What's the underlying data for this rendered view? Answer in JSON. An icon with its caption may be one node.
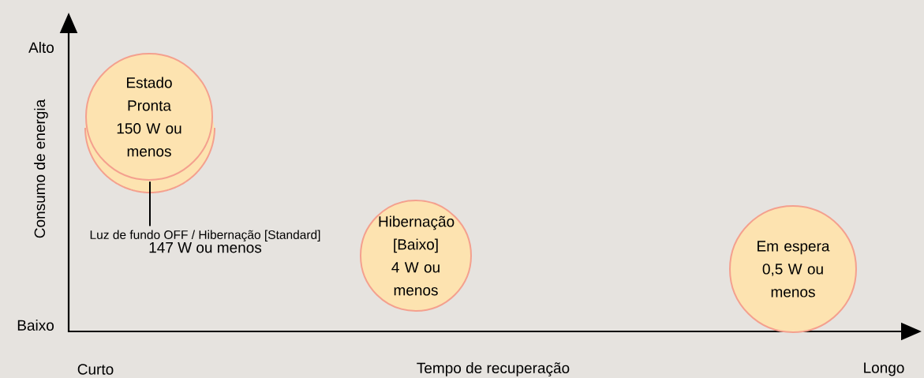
{
  "diagram": {
    "nodes": [
      {
        "text": [],
        "shape": "circle"
      },
      {
        "text": [
          "Estado Pronta 150 W ou menos"
        ]
      },
      {
        "text": [
          "Luz de fundo OFF / Hibernação [Standard]",
          "147 W ou menos"
        ]
      },
      {
        "text": [
          "Hibernação [Baixo] 4 W ou menos"
        ]
      },
      {
        "text": [
          "Em espera 0,5 W ou menos"
        ]
      }
    ],
    "edges": [
      {
        "from": 2,
        "to": 0,
        "arrow": "none"
      }
    ],
    "labels": [
      "Alto",
      "Consumo de energia",
      "Baixo",
      "Curto",
      "Tempo de recuperação",
      "Longo"
    ]
  }
}
